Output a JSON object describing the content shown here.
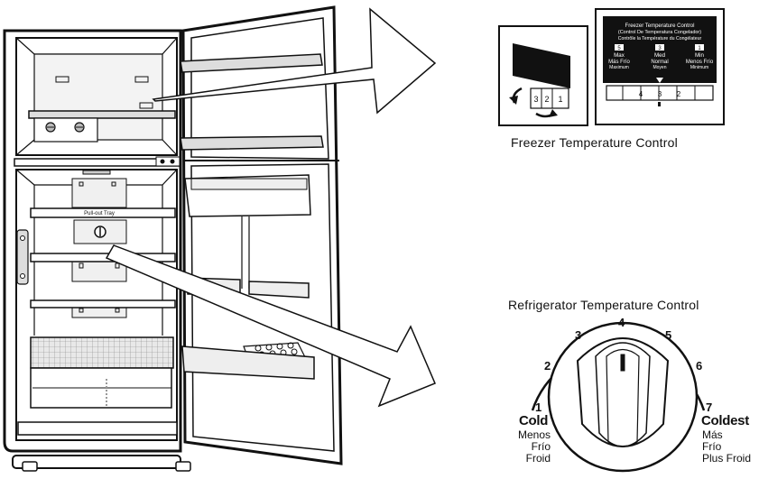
{
  "captions": {
    "freezer_control": "Freezer Temperature Control",
    "refrigerator_control": "Refrigerator Temperature Control"
  },
  "fridge_labels": {
    "pull_out_tray": "Pull-out Tray"
  },
  "freezer_panel": {
    "header_line1": "Freezer Temperature Control",
    "header_line2": "(Control De Temperatura Congelador)",
    "header_line3": "Contrôle la Température du Congélateur",
    "settings": [
      {
        "code": "5",
        "line1": "Max",
        "line2": "Más Frío",
        "line3": "Maximum"
      },
      {
        "code": "3",
        "line1": "Med",
        "line2": "Normal",
        "line3": "Moyen"
      },
      {
        "code": "1",
        "line1": "Min",
        "line2": "Menos Frío",
        "line3": "Minimum"
      }
    ],
    "scale_numbers": [
      "4",
      "3",
      "2"
    ],
    "small_dial_numbers": [
      "3",
      "2",
      "1"
    ]
  },
  "dial": {
    "numbers": [
      "1",
      "2",
      "3",
      "4",
      "5",
      "6",
      "7"
    ],
    "left_label": "Cold",
    "left_sub": [
      "Menos",
      "Frío",
      "Froid"
    ],
    "right_label": "Coldest",
    "right_sub": [
      "Más",
      "Frío",
      "Plus Froid"
    ]
  }
}
